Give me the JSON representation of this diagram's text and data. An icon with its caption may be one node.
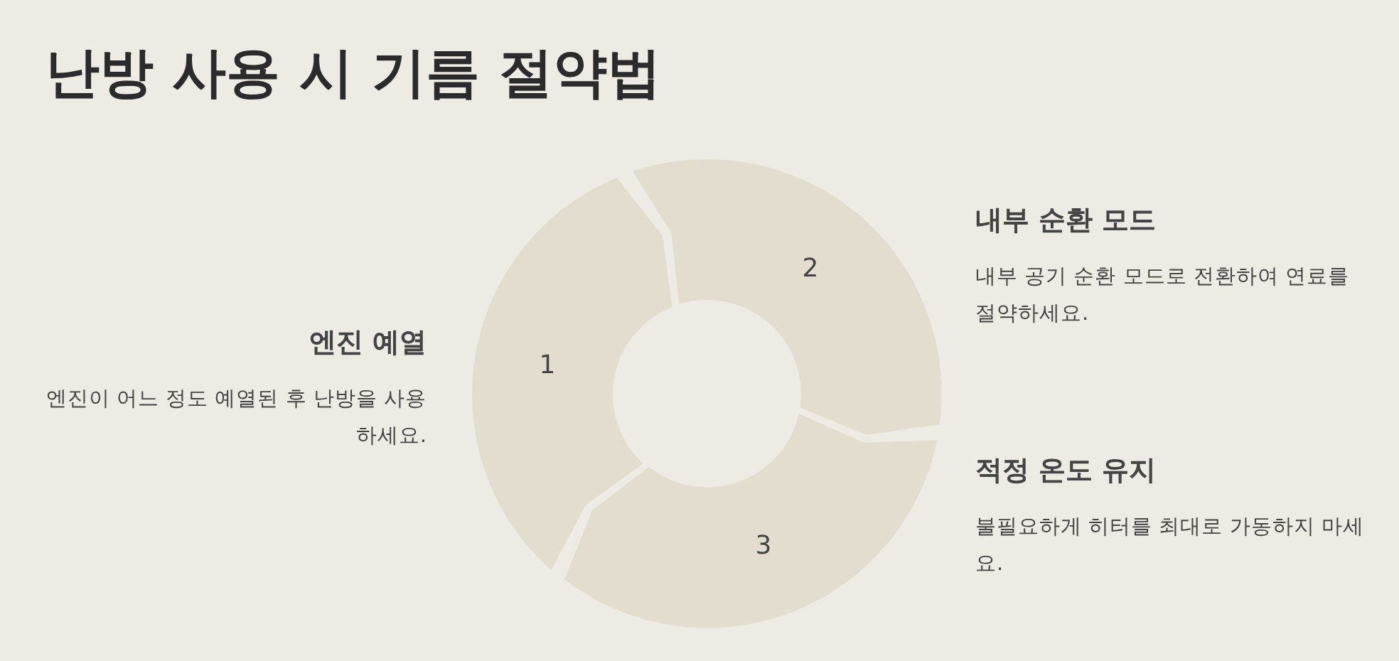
{
  "diagram": {
    "title": "난방 사용 시 기름 절약법",
    "nodes": [
      {
        "text": [
          "1"
        ],
        "beside": [
          "엔진 예열",
          "엔진이 어느 정도 예열된 후 난방을 사용하세요."
        ]
      },
      {
        "text": [
          "2"
        ],
        "beside": [
          "내부 순환 모드",
          "내부 공기 순환 모드로 전환하여 연료를 절약하세요."
        ]
      },
      {
        "text": [
          "3"
        ],
        "beside": [
          "적정 온도 유지",
          "불필요하게 히터를 최대로 가동하지 마세요."
        ]
      }
    ]
  }
}
